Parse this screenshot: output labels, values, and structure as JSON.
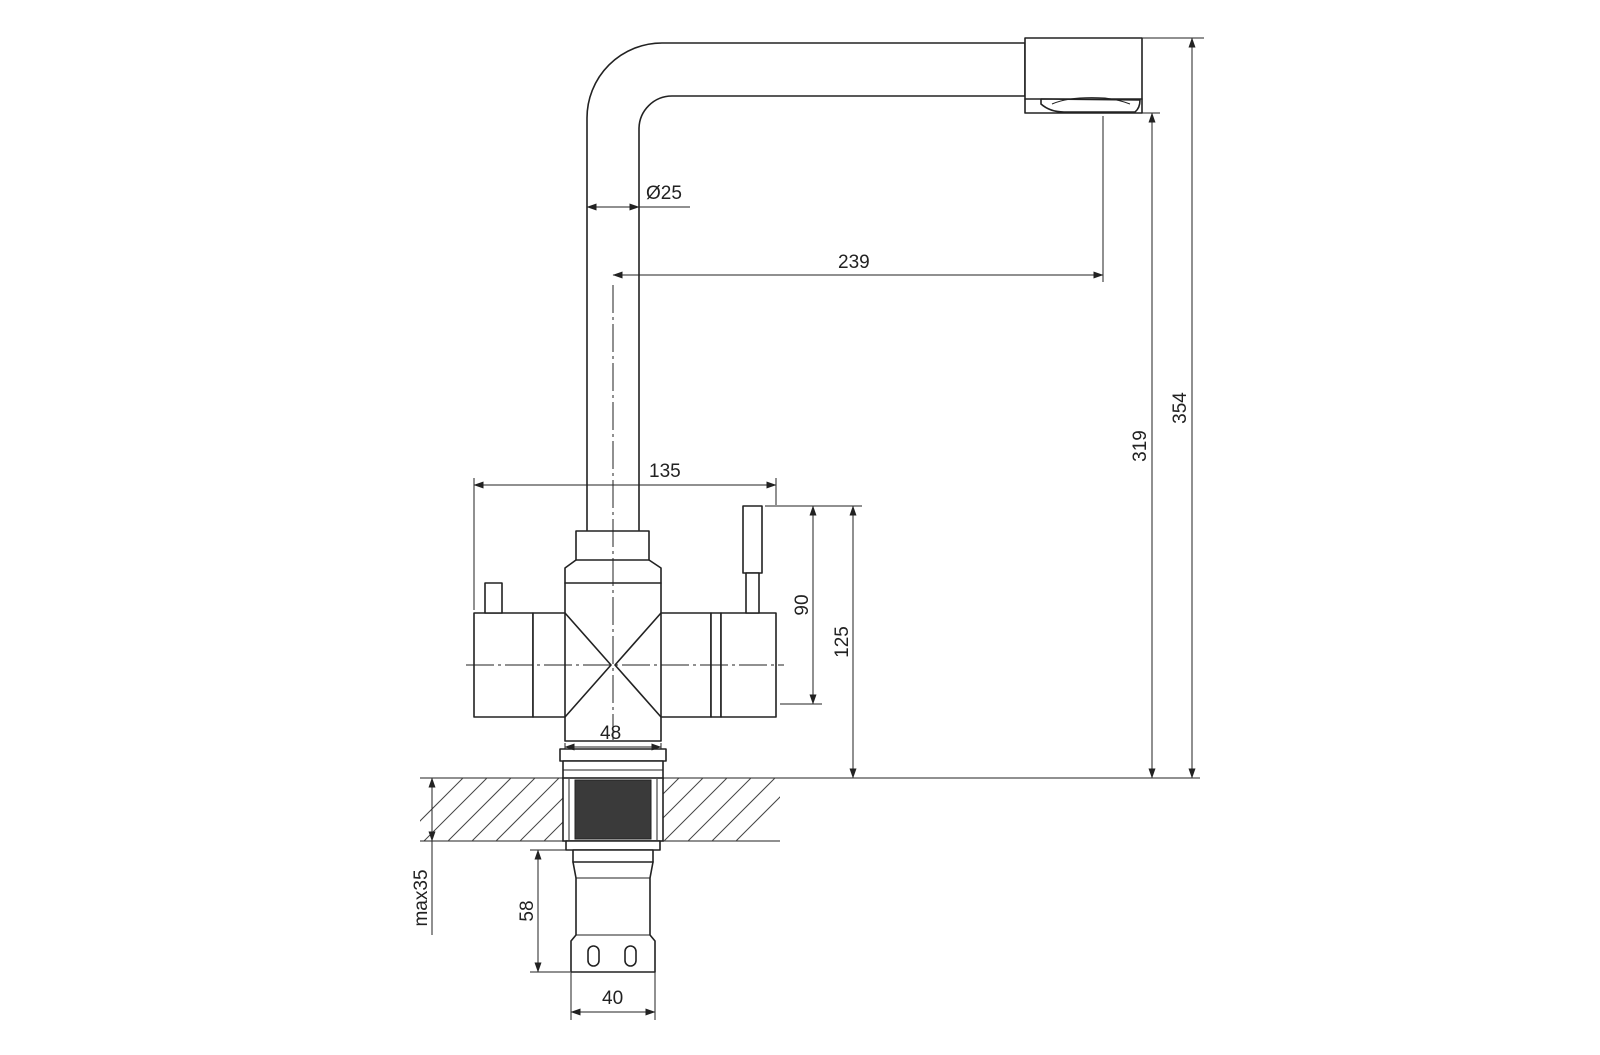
{
  "dimensions": {
    "tube_diameter": "Ø25",
    "spout_reach": "239",
    "body_width": "135",
    "lever_height": "90",
    "body_height": "125",
    "base_diameter": "48",
    "outlet_height": "319",
    "total_height": "354",
    "max_counter_thickness": "max35",
    "connector_length": "58",
    "connector_width": "40"
  },
  "colors": {
    "line": "#222222",
    "thread_fill": "#3a3a3a",
    "background": "#ffffff"
  }
}
